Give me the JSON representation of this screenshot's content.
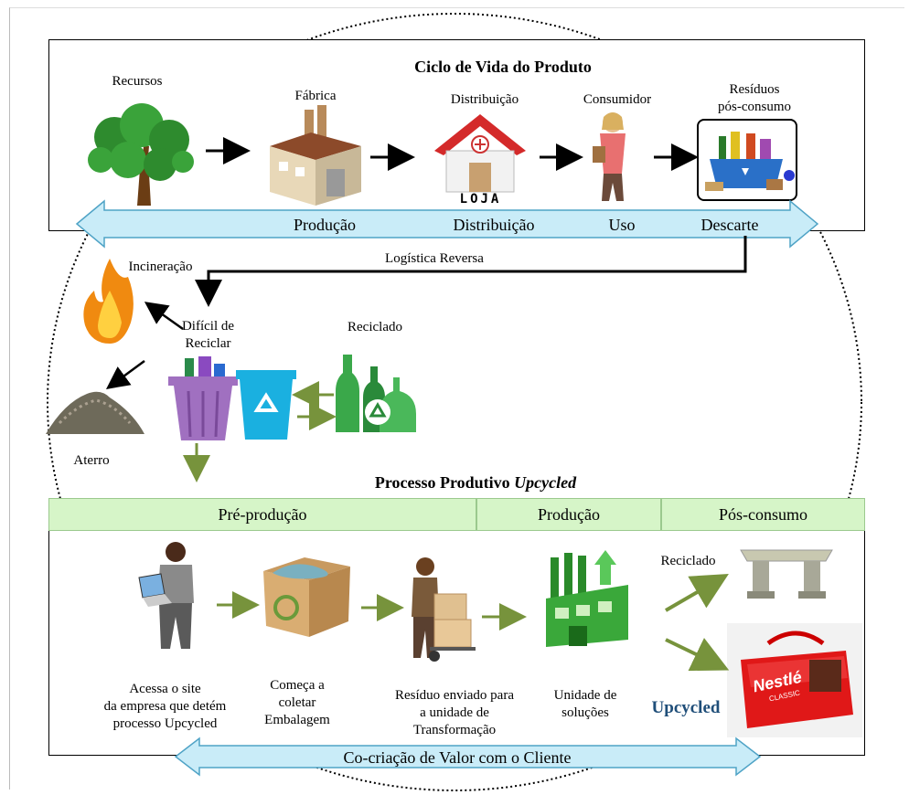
{
  "top": {
    "title": "Ciclo de Vida do Produto",
    "stages": {
      "recursos": "Recursos",
      "fabrica": "Fábrica",
      "distribuicao": "Distribuição",
      "consumidor": "Consumidor",
      "residuos_1": "Resíduos",
      "residuos_2": "pós-consumo"
    },
    "loja_sign": "LOJA",
    "arrow_labels": {
      "producao": "Produção",
      "distribuicao": "Distribuição",
      "uso": "Uso",
      "descarte": "Descarte"
    }
  },
  "middle": {
    "logistica": "Logística Reversa",
    "incineracao": "Incineração",
    "dificil_1": "Difícil de",
    "dificil_2": "Reciclar",
    "reciclado": "Reciclado",
    "aterro": "Aterro"
  },
  "bottom": {
    "title_plain": "Processo Produtivo ",
    "title_italic": "Upcycled",
    "phases": {
      "pre": "Pré-produção",
      "producao": "Produção",
      "pos": "Pós-consumo"
    },
    "steps": {
      "acessa_1": "Acessa o site",
      "acessa_2": "da empresa que detém",
      "acessa_3": "processo Upcycled",
      "comeca_1": "Começa a",
      "comeca_2": "coletar",
      "comeca_3": "Embalagem",
      "residuo_1": "Resíduo enviado para",
      "residuo_2": "a unidade de",
      "residuo_3": "Transformação",
      "unidade_1": "Unidade de",
      "unidade_2": "soluções",
      "reciclado": "Reciclado",
      "upcycled": "Upcycled"
    },
    "bag_brand": "Nestlé",
    "bag_sub": "CLASSIC",
    "cocriacao": "Co-criação de Valor com o Cliente"
  },
  "colors": {
    "blue_arrow": "#c9ecf8",
    "blue_arrow_border": "#4fa3c6",
    "green_arrow": "#77933c",
    "phase_bar": "#d6f5c8",
    "upcycled_text": "#1f4e79"
  }
}
